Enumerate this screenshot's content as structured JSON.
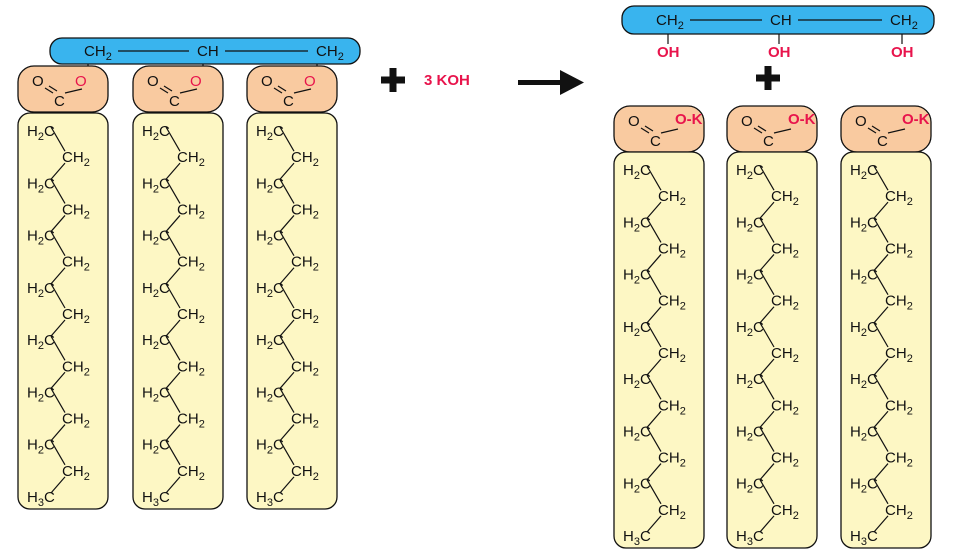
{
  "reaction": {
    "reagent": "3 KOH",
    "triglyceride": {
      "backbone": [
        "CH2",
        "CH",
        "CH2"
      ],
      "ester_group": {
        "carbon": "C",
        "carbonyl_oxygen": "O",
        "ester_oxygen": "O"
      }
    },
    "glycerol": {
      "backbone": [
        "CH2",
        "CH",
        "CH2"
      ],
      "hydroxyl": "OH"
    },
    "soap": {
      "carboxylate": {
        "carbon": "C",
        "carbonyl_oxygen": "O",
        "salt_group": "O-K"
      }
    },
    "fatty_acid_chain": {
      "units": [
        "H2C",
        "CH2",
        "H2C",
        "CH2",
        "H2C",
        "CH2",
        "H2C",
        "CH2",
        "H2C",
        "CH2",
        "H2C",
        "CH2",
        "H2C",
        "CH2",
        "H3C"
      ]
    }
  },
  "colors": {
    "backbone_fill": "#39b4ee",
    "ester_fill": "#f9caa0",
    "chain_fill": "#fdf7c4",
    "oxygen_red": "#e8144c",
    "outline": "#111111"
  }
}
